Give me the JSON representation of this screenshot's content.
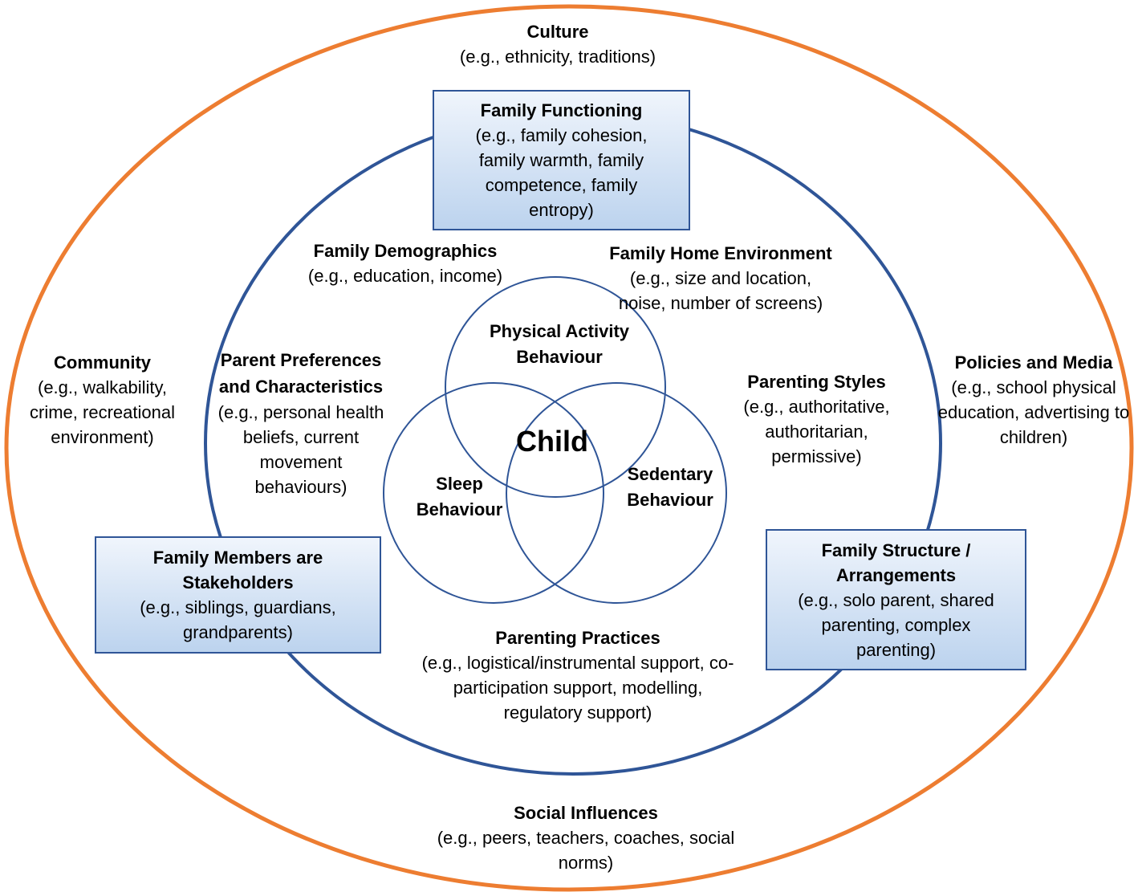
{
  "colors": {
    "outer_ring": "#ed7d31",
    "inner_ring": "#2f5597",
    "venn_stroke": "#2f5597",
    "box_border": "#2f5597",
    "box_fill_top": "#f0f5fc",
    "box_fill_bottom": "#bcd3ee"
  },
  "outer": {
    "culture": {
      "title": "Culture",
      "desc": "(e.g., ethnicity, traditions)"
    },
    "community": {
      "title": "Community",
      "desc": "(e.g., walkability, crime, recreational environment)"
    },
    "policies_media": {
      "title": "Policies and Media",
      "desc": "(e.g., school physical education, advertising to children)"
    },
    "social_influences": {
      "title": "Social Influences",
      "desc": "(e.g., peers, teachers, coaches, social norms)"
    }
  },
  "boxes": {
    "family_functioning": {
      "title": "Family Functioning",
      "desc": "(e.g., family cohesion, family warmth, family competence, family entropy)"
    },
    "family_members": {
      "title": "Family Members are Stakeholders",
      "desc": "(e.g., siblings, guardians, grandparents)"
    },
    "family_structure": {
      "title": "Family Structure / Arrangements",
      "desc": "(e.g., solo parent, shared parenting, complex parenting)"
    }
  },
  "inner": {
    "family_demographics": {
      "title": "Family Demographics",
      "desc": "(e.g., education, income)"
    },
    "family_home_environment": {
      "title": "Family Home Environment",
      "desc": "(e.g., size and location, noise, number of screens)"
    },
    "parent_preferences": {
      "title": "Parent Preferences and Characteristics",
      "desc": "(e.g., personal health beliefs, current movement behaviours)"
    },
    "parenting_styles": {
      "title": "Parenting Styles",
      "desc": "(e.g., authoritative, authoritarian, permissive)"
    },
    "parenting_practices": {
      "title": "Parenting Practices",
      "desc": "(e.g., logistical/instrumental support, co-participation support, modelling, regulatory support)"
    }
  },
  "venn": {
    "physical_activity": "Physical Activity Behaviour",
    "sleep": "Sleep Behaviour",
    "sedentary": "Sedentary Behaviour",
    "center": "Child"
  }
}
